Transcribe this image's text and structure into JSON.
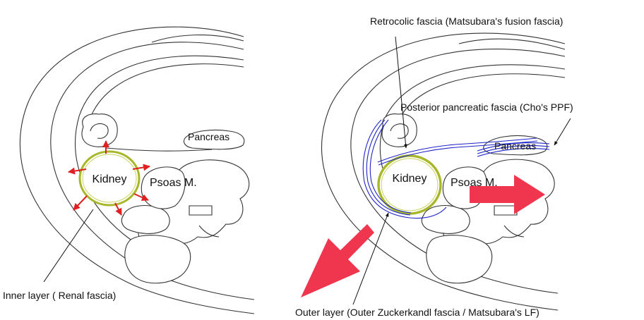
{
  "labels": {
    "left_kidney": "Kidney",
    "left_pancreas": "Pancreas",
    "left_psoas": "Psoas M.",
    "inner_layer": "Inner layer ( Renal fascia)",
    "right_kidney": "Kidney",
    "right_pancreas": "Pancreas",
    "right_psoas": "Psoas M.",
    "retrocolic": "Retrocolic fascia (Matsubara's fusion fascia)",
    "posterior_pancreatic": "Posterior pancreatic fascia (Cho's PPF)",
    "outer_layer": "Outer layer (Outer Zuckerkandl fascia / Matsubara's LF)"
  },
  "colors": {
    "kidney_outline": "#a8b62a",
    "fascia_lines": "#1e24c8",
    "small_arrows": "#e02020",
    "big_arrows": "#f0364e",
    "anatomy_lines": "#333333"
  }
}
